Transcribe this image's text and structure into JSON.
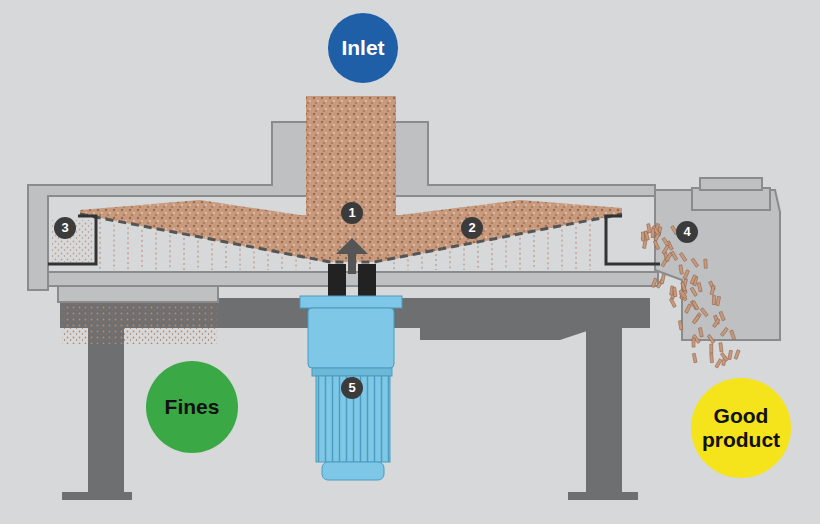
{
  "diagram": {
    "nodes": [
      {
        "text": [
          "Inlet"
        ]
      },
      {
        "text": [
          "Fines"
        ]
      },
      {
        "text": [
          "Good product"
        ]
      }
    ],
    "labels": [
      "1",
      "2",
      "3",
      "4",
      "5"
    ]
  }
}
